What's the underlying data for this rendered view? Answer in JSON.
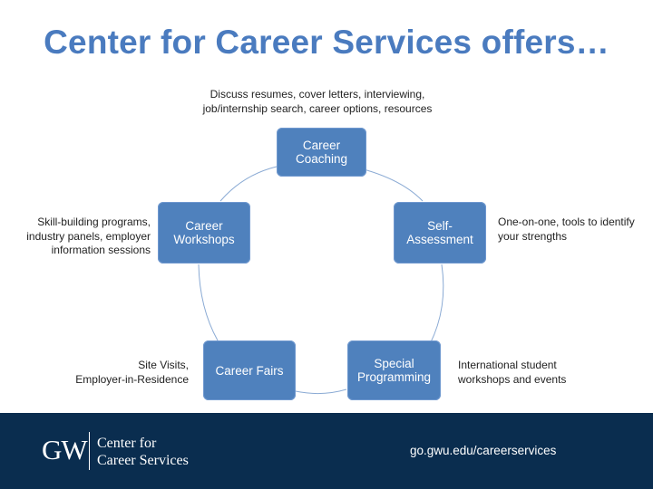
{
  "title": "Center for Career Services offers…",
  "nodes": {
    "coaching": "Career\nCoaching",
    "assessment": "Self-\nAssessment",
    "special": "Special\nProgramming",
    "fairs": "Career Fairs",
    "workshops": "Career\nWorkshops"
  },
  "descriptions": {
    "coaching": "Discuss resumes, cover letters,  interviewing,\njob/internship search, career options, resources",
    "assessment": "One-on-one, tools to identify\nyour strengths",
    "special": "International student\nworkshops and events",
    "fairs": "Site Visits,\nEmployer-in-Residence",
    "workshops": "Skill-building programs,\nindustry panels, employer\ninformation sessions"
  },
  "footer": {
    "logo_mark": "GW",
    "logo_line1": "Center for",
    "logo_line2": "Career Services",
    "url": "go.gwu.edu/careerservices"
  },
  "colors": {
    "title": "#4a7bbf",
    "node_fill": "#4f81bd",
    "footer_bg": "#0a2d4f"
  }
}
